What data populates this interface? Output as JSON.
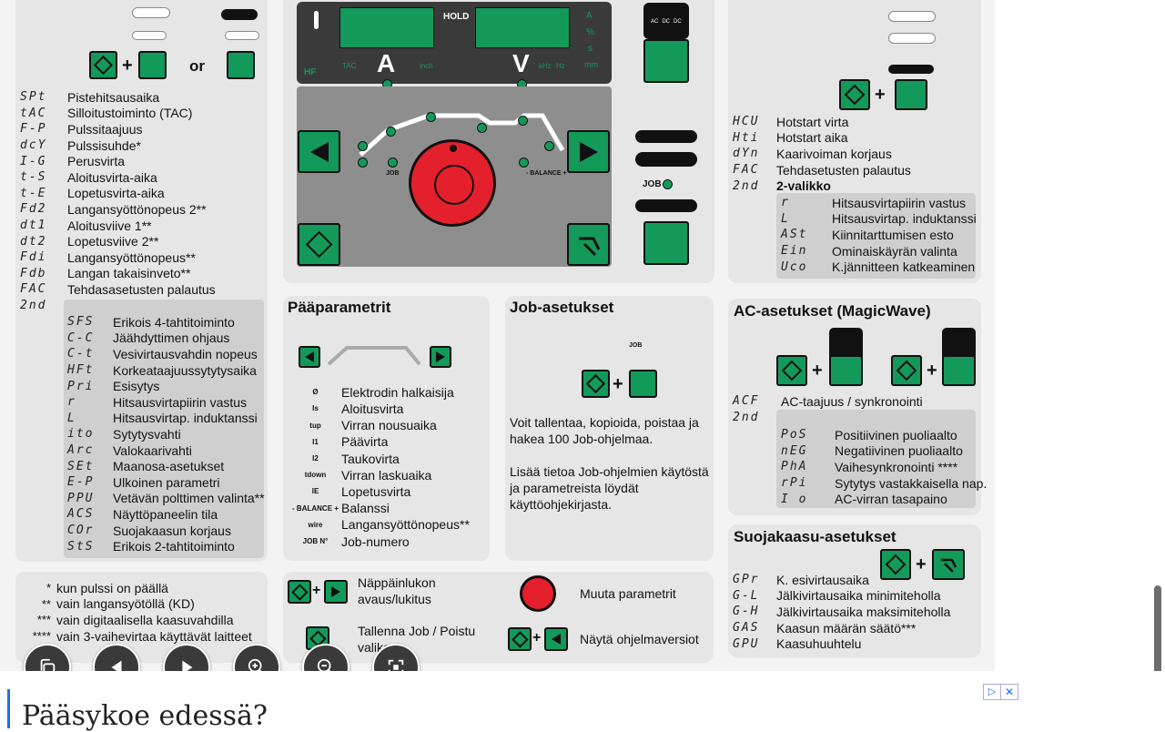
{
  "left_panel": {
    "top_or": "or",
    "items": [
      {
        "code": "SPt",
        "label": "Pistehitsausaika"
      },
      {
        "code": "tAC",
        "label": "Silloitustoiminto (TAC)"
      },
      {
        "code": "F-P",
        "label": "Pulssitaajuus"
      },
      {
        "code": "dcY",
        "label": "Pulssisuhde*"
      },
      {
        "code": "I-G",
        "label": "Perusvirta"
      },
      {
        "code": "t-S",
        "label": "Aloitusvirta-aika"
      },
      {
        "code": "t-E",
        "label": "Lopetusvirta-aika"
      },
      {
        "code": "Fd2",
        "label": "Langansyöttönopeus 2**"
      },
      {
        "code": "dt1",
        "label": "Aloitusviive 1**"
      },
      {
        "code": "dt2",
        "label": "Lopetusviive 2**"
      },
      {
        "code": "Fdi",
        "label": "Langansyöttönopeus**"
      },
      {
        "code": "Fdb",
        "label": "Langan takaisinveto**"
      },
      {
        "code": "FAC",
        "label": "Tehdasasetusten palautus"
      },
      {
        "code": "2nd",
        "label": "2-valikko"
      }
    ],
    "sub_items": [
      {
        "code": "SFS",
        "label": "Erikois 4-tahtitoiminto"
      },
      {
        "code": "C-C",
        "label": "Jäähdyttimen ohjaus"
      },
      {
        "code": "C-t",
        "label": "Vesivirtausvahdin nopeus"
      },
      {
        "code": "HFt",
        "label": "Korkeataajuussytytysaika"
      },
      {
        "code": "Pri",
        "label": "Esisytys"
      },
      {
        "code": "r",
        "label": "Hitsausvirtapiirin vastus"
      },
      {
        "code": "L",
        "label": "Hitsausvirtap. induktanssi"
      },
      {
        "code": "ito",
        "label": "Sytytysvahti"
      },
      {
        "code": "Arc",
        "label": "Valokaarivahti"
      },
      {
        "code": "SEt",
        "label": "Maanosa-asetukset"
      },
      {
        "code": "E-P",
        "label": "Ulkoinen parametri"
      },
      {
        "code": "PPU",
        "label": "Vetävän polttimen valinta**"
      },
      {
        "code": "ACS",
        "label": "Näyttöpaneelin tila"
      },
      {
        "code": "COr",
        "label": "Suojakaasun korjaus"
      },
      {
        "code": "StS",
        "label": "Erikois 2-tahtitoiminto"
      }
    ]
  },
  "footnotes": [
    {
      "mark": "*",
      "text": "kun pulssi on päällä"
    },
    {
      "mark": "**",
      "text": "vain langansyötöllä (KD)"
    },
    {
      "mark": "***",
      "text": "vain digitaalisella kaasuvahdilla"
    },
    {
      "mark": "****",
      "text": "vain 3-vaihevirtaa käyttävät laitteet"
    }
  ],
  "machine": {
    "hold": "HOLD",
    "unit_a": "A",
    "unit_v": "V",
    "right_units": [
      "A",
      "%",
      "s",
      "mm"
    ],
    "left_marks": [
      "HF",
      "TAC",
      "inch"
    ],
    "freq_units": [
      "kHz",
      "Hz"
    ],
    "balance": "- BALANCE +",
    "job": "JOB",
    "mode_label": "JOB",
    "ac_dc": [
      "AC",
      "DC",
      "DC"
    ]
  },
  "main_params": {
    "title": "Pääparametrit",
    "items": [
      {
        "sym": "Ø",
        "label": "Elektrodin halkaisija"
      },
      {
        "sym": "Is",
        "label": "Aloitusvirta"
      },
      {
        "sym": "tup",
        "label": "Virran nousuaika"
      },
      {
        "sym": "I1",
        "label": "Päävirta"
      },
      {
        "sym": "I2",
        "label": "Taukovirta"
      },
      {
        "sym": "tdown",
        "label": "Virran laskuaika"
      },
      {
        "sym": "IE",
        "label": "Lopetusvirta"
      },
      {
        "sym": "- BALANCE +",
        "label": "Balanssi"
      },
      {
        "sym": "wire",
        "label": "Langansyöttönopeus**"
      },
      {
        "sym": "JOB N°",
        "label": "Job-numero"
      }
    ]
  },
  "job_settings": {
    "title": "Job-asetukset",
    "job": "JOB",
    "text1": "Voit tallentaa, kopioida, poistaa ja hakea 100 Job-ohjelmaa.",
    "text2": "Lisää tietoa Job-ohjelmien käytöstä ja parametreista löydät käyttöohjekirjasta."
  },
  "right_top": {
    "items": [
      {
        "code": "HCU",
        "label": "Hotstart virta"
      },
      {
        "code": "Hti",
        "label": "Hotstart aika"
      },
      {
        "code": "dYn",
        "label": "Kaarivoiman korjaus"
      },
      {
        "code": "FAC",
        "label": "Tehdasetusten palautus"
      },
      {
        "code": "2nd",
        "label": "2-valikko"
      }
    ],
    "sub_items": [
      {
        "code": "r",
        "label": "Hitsausvirtapiirin vastus"
      },
      {
        "code": "L",
        "label": "Hitsausvirtap. induktanssi"
      },
      {
        "code": "ASt",
        "label": "Kiinnitarttumisen esto"
      },
      {
        "code": "Ein",
        "label": "Ominaiskäyrän valinta"
      },
      {
        "code": "Uco",
        "label": "K.jännitteen katkeaminen"
      }
    ]
  },
  "ac_settings": {
    "title": "AC-asetukset (MagicWave)",
    "items": [
      {
        "code": "ACF",
        "label": "AC-taajuus / synkronointi"
      },
      {
        "code": "2nd",
        "label": "2-valikko"
      }
    ],
    "sub_items": [
      {
        "code": "PoS",
        "label": "Positiivinen puoliaalto"
      },
      {
        "code": "nEG",
        "label": "Negatiivinen puoliaalto"
      },
      {
        "code": "PhA",
        "label": "Vaihesynkronointi ****"
      },
      {
        "code": "rPi",
        "label": "Sytytys vastakkaisella nap."
      },
      {
        "code": "I o",
        "label": "AC-virran tasapaino"
      }
    ]
  },
  "gas_settings": {
    "title": "Suojakaasu-asetukset",
    "items": [
      {
        "code": "GPr",
        "label": "K. esivirtausaika"
      },
      {
        "code": "G-L",
        "label": "Jälkivirtausaika minimiteholla"
      },
      {
        "code": "G-H",
        "label": "Jälkivirtausaika maksimiteholla"
      },
      {
        "code": "GAS",
        "label": "Kaasun määrän säätö***"
      },
      {
        "code": "GPU",
        "label": "Kaasuhuuhtelu"
      }
    ]
  },
  "legend": {
    "lock": "Näppäinlukon avaus/lukitus",
    "change": "Muuta parametrit",
    "save": "Tallenna Job / Poistu valikosta",
    "versions": "Näytä ohjelmaversiot"
  },
  "ad": {
    "text": "Pääsykoe edessä?"
  }
}
